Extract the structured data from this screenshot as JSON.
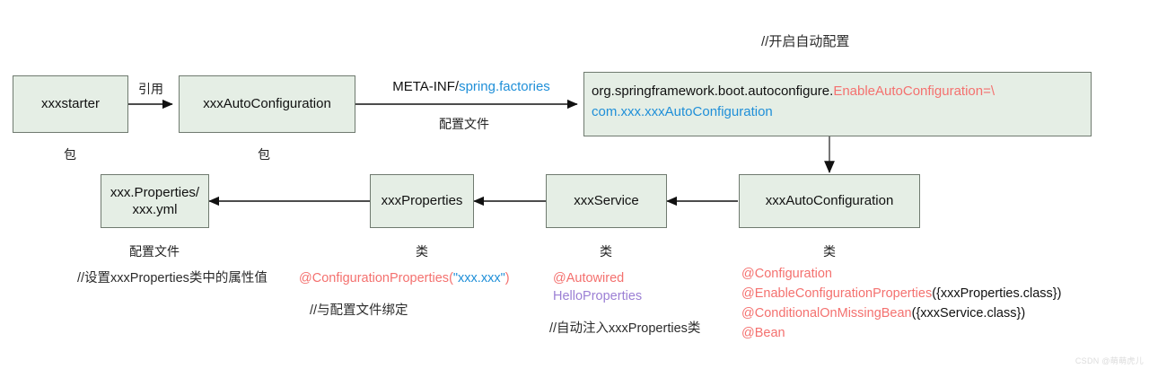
{
  "diagram": {
    "title_note": "//开启自动配置",
    "nodes": {
      "starter": {
        "label": "xxxstarter",
        "caption": "包"
      },
      "auto_config_top": {
        "label": "xxxAutoConfiguration",
        "caption": "包"
      },
      "spring_factories_box": {
        "line1_dark": "org.springframework.boot.autoconfigure.",
        "line1_red": "EnableAutoConfiguration=\\",
        "line2_blue": "com.xxx.xxxAutoConfiguration"
      },
      "properties_file": {
        "line1": "xxx.Properties/",
        "line2": "xxx.yml",
        "caption": "配置文件"
      },
      "xxx_properties": {
        "label": "xxxProperties",
        "caption": "类"
      },
      "xxx_service": {
        "label": "xxxService",
        "caption": "类"
      },
      "auto_config_bottom": {
        "label": "xxxAutoConfiguration",
        "caption": "类"
      }
    },
    "edges": {
      "starter_to_autoconfig": "引用",
      "meta_inf_dark": "META-INF/",
      "meta_inf_blue": "spring.factories",
      "meta_inf_sub": "配置文件"
    },
    "annotations": {
      "properties_file_note": "//设置xxxProperties类中的属性值",
      "config_properties_anno": "@ConfigurationProperties",
      "config_properties_open": "(",
      "config_properties_value": "\"xxx.xxx\"",
      "config_properties_close": ")",
      "config_properties_note": "//与配置文件绑定",
      "autowired_anno": "@Autowired",
      "hello_properties": "HelloProperties",
      "service_note": "//自动注入xxxProperties类",
      "autoconfig_annos": [
        {
          "anno": "@Configuration",
          "args": ""
        },
        {
          "anno": "@EnableConfigurationProperties",
          "args": "({xxxProperties.class})"
        },
        {
          "anno": "@ConditionalOnMissingBean",
          "args": "({xxxService.class})"
        },
        {
          "anno": "@Bean",
          "args": ""
        }
      ]
    },
    "watermark": "CSDN @萌萌虎儿",
    "colors": {
      "node_fill": "#e5eee5",
      "node_border": "#6f7a6f",
      "blue": "#1f8fd8",
      "red": "#f4706e",
      "purple": "#9b7fd4",
      "text": "#111111"
    }
  }
}
